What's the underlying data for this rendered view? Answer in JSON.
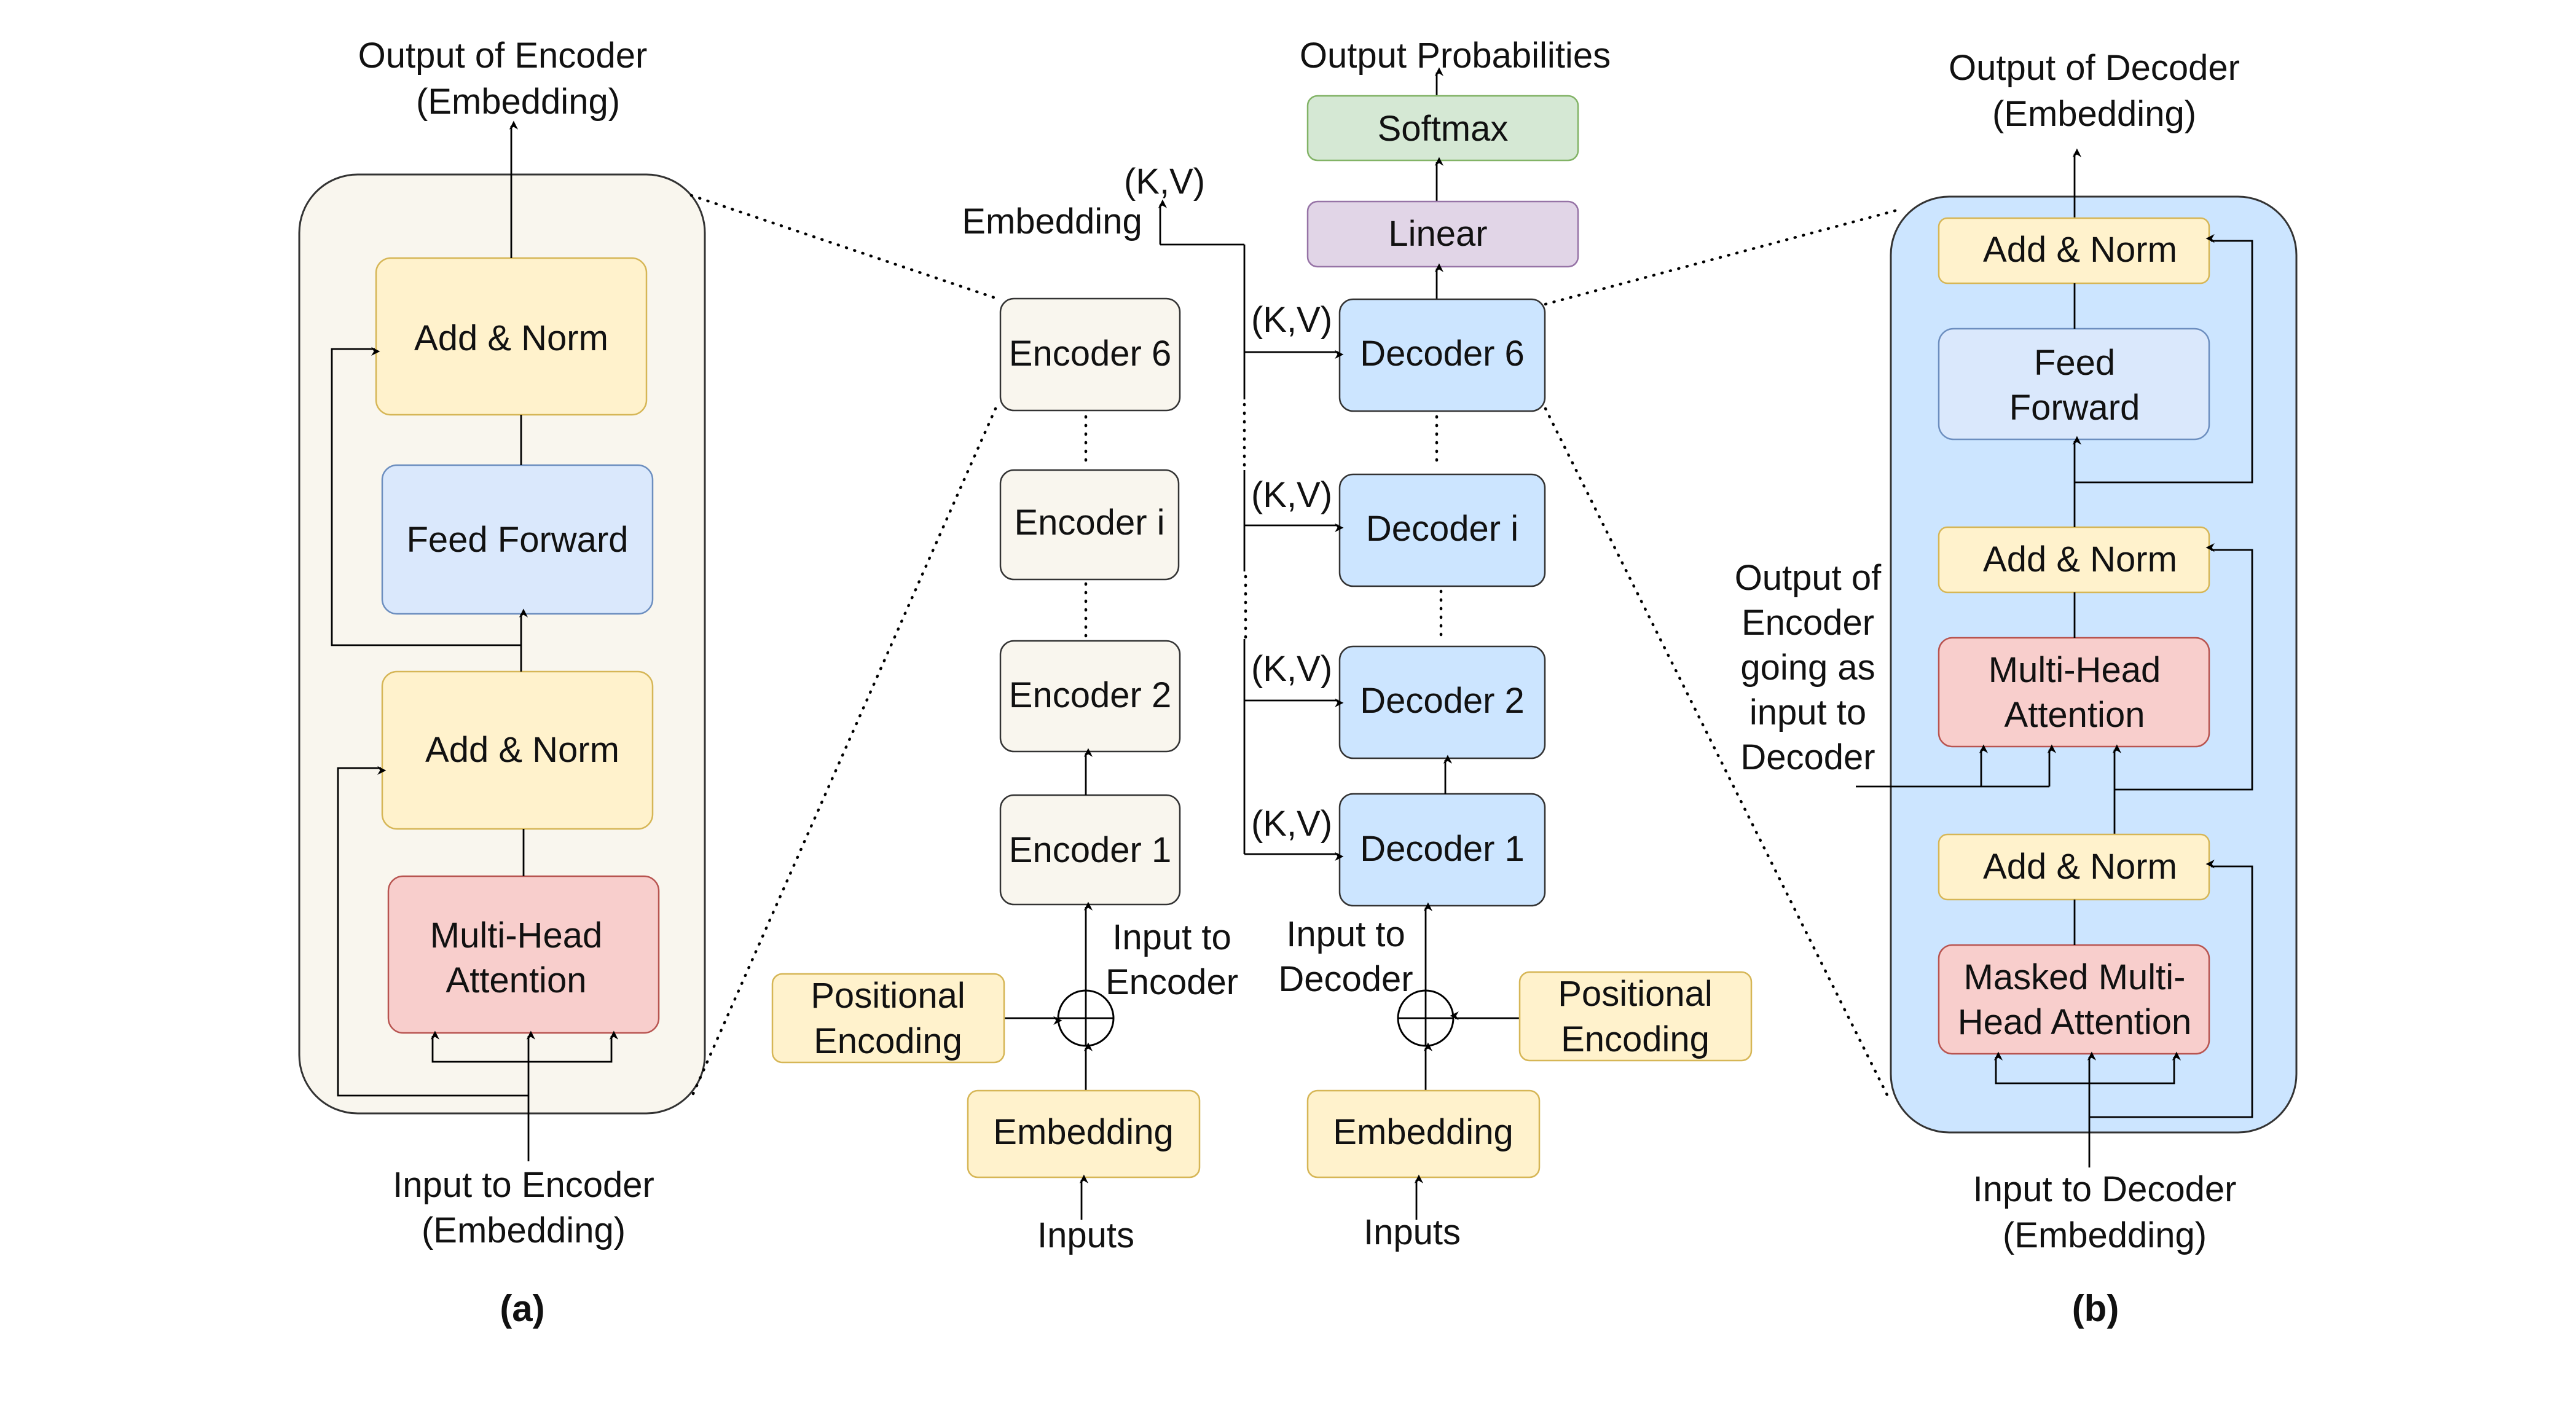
{
  "panel_a": {
    "caption": "(a)",
    "output_label": [
      "Output of Encoder",
      "(Embedding)"
    ],
    "input_label": [
      "Input to Encoder",
      "(Embedding)"
    ],
    "blocks": {
      "add_norm_top": [
        "Add & Norm"
      ],
      "feed_forward": [
        "Feed Forward"
      ],
      "add_norm_bottom": [
        "Add & Norm"
      ],
      "multi_head_attention": [
        "Multi-Head",
        "Attention"
      ]
    }
  },
  "panel_b": {
    "caption": "(b)",
    "output_label": [
      "Output of Decoder",
      "(Embedding)"
    ],
    "input_label": [
      "Input to Decoder",
      "(Embedding)"
    ],
    "encoder_output_label": [
      "Output of",
      "Encoder",
      "going as",
      "input to",
      "Decoder"
    ],
    "blocks": {
      "add_norm_top": [
        "Add & Norm"
      ],
      "feed_forward": [
        "Feed",
        "Forward"
      ],
      "add_norm_middle": [
        "Add & Norm"
      ],
      "multi_head_attention": [
        "Multi-Head",
        "Attention"
      ],
      "add_norm_bottom": [
        "Add & Norm"
      ],
      "masked_attention": [
        "Masked Multi-",
        "Head Attention"
      ]
    }
  },
  "center": {
    "output_probabilities": "Output Probabilities",
    "softmax": "Softmax",
    "linear": "Linear",
    "embedding_label": "Embedding",
    "kv_label": "(K,V)",
    "encoders": [
      "Encoder 6",
      "Encoder i",
      "Encoder 2",
      "Encoder 1"
    ],
    "decoders": [
      "Decoder 6",
      "Decoder i",
      "Decoder 2",
      "Decoder 1"
    ],
    "input_to_encoder": [
      "Input to",
      "Encoder"
    ],
    "input_to_decoder": [
      "Input to",
      "Decoder"
    ],
    "positional_encoding": [
      "Positional",
      "Encoding"
    ],
    "embedding_box": "Embedding",
    "inputs_label": "Inputs"
  },
  "colors": {
    "encoder_fill": "#f9f6ee",
    "add_norm_fill": "#fff2cc",
    "add_norm_stroke": "#d6b656",
    "feed_forward_fill": "#dae8fc",
    "feed_forward_stroke": "#6c8ebf",
    "attention_fill": "#f8cecc",
    "attention_stroke": "#b85450",
    "decoder_fill": "#cce5ff",
    "decoder_panel_fill": "#cce5ff",
    "softmax_fill": "#d5e8d4",
    "softmax_stroke": "#82b366",
    "linear_fill": "#e1d5e7",
    "linear_stroke": "#9673a6"
  }
}
